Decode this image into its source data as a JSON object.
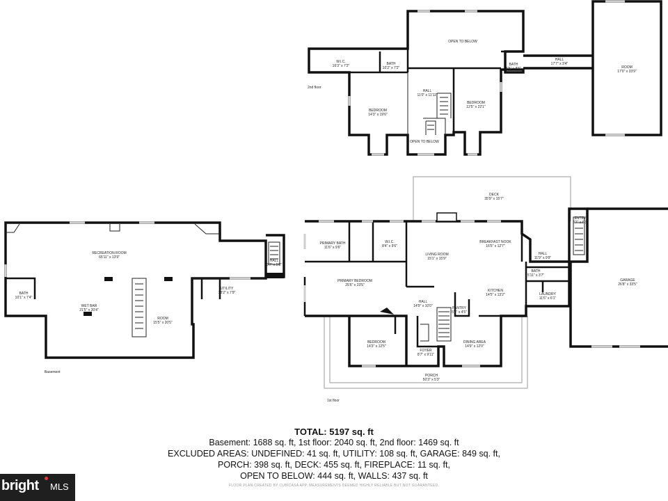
{
  "floors": {
    "basement": "Basement",
    "first": "1st floor",
    "second": "2nd floor"
  },
  "rooms": {
    "basement": [
      {
        "name": "RECREATION ROOM",
        "dims": "65'11\" x 13'9\""
      },
      {
        "name": "BATH",
        "dims": "10'1\" x 7'4\""
      },
      {
        "name": "WET BAR",
        "dims": "21'5\" x 20'4\""
      },
      {
        "name": "ROOM",
        "dims": "15'5\" x 20'5\""
      },
      {
        "name": "UTILITY",
        "dims": "18'2\" x 7'9\""
      },
      {
        "name": "HALL",
        "dims": "3'7\" x 5'8\""
      }
    ],
    "first": [
      {
        "name": "DECK",
        "dims": "35'9\" x 15'7\""
      },
      {
        "name": "PRIMARY BATH",
        "dims": "11'6\" x 9'6\""
      },
      {
        "name": "W.I.C.",
        "dims": "8'4\" x 9'6\""
      },
      {
        "name": "LIVING ROOM",
        "dims": "15'1\" x 15'9\""
      },
      {
        "name": "BREAKFAST NOOK",
        "dims": "16'5\" x 12'7\""
      },
      {
        "name": "ENTRY",
        "dims": "3'7\" x 6'3\""
      },
      {
        "name": "HALL",
        "dims": "11'9\" x 9'9\""
      },
      {
        "name": "BATH",
        "dims": "5'11\" x 3'7\""
      },
      {
        "name": "LAUNDRY",
        "dims": "11'6\" x 6'1\""
      },
      {
        "name": "GARAGE",
        "dims": "26'8\" x 33'5\""
      },
      {
        "name": "PRIMARY BEDROOM",
        "dims": "25'6\" x 23'5\""
      },
      {
        "name": "HALL",
        "dims": "14'9\" x 10'0\""
      },
      {
        "name": "PANTRY",
        "dims": "5'6\" x 4'5\""
      },
      {
        "name": "KITCHEN",
        "dims": "14'5\" x 13'2\""
      },
      {
        "name": "BEDROOM",
        "dims": "14'3\" x 12'5\""
      },
      {
        "name": "FOYER",
        "dims": "8'7\" x 9'11\""
      },
      {
        "name": "DINING AREA",
        "dims": "14'9\" x 12'0\""
      },
      {
        "name": "PORCH",
        "dims": "50'3\" x 5'3\""
      }
    ],
    "second": [
      {
        "name": "OPEN TO BELOW",
        "dims": ""
      },
      {
        "name": "W.I.C.",
        "dims": "16'3\" x 7'2\""
      },
      {
        "name": "BATH",
        "dims": "10'2\" x 7'2\""
      },
      {
        "name": "BATH",
        "dims": "5'5\" x 8'5\""
      },
      {
        "name": "HALL",
        "dims": "17'7\" x 3'4\""
      },
      {
        "name": "ROOM",
        "dims": "17'0\" x 33'9\""
      },
      {
        "name": "HALL",
        "dims": "11'0\" x 11'11\""
      },
      {
        "name": "BEDROOM",
        "dims": "14'3\" x 19'6\""
      },
      {
        "name": "BEDROOM",
        "dims": "12'5\" x 22'1\""
      },
      {
        "name": "OPEN TO BELOW",
        "dims": ""
      }
    ]
  },
  "summary": {
    "total": "TOTAL: 5197 sq. ft",
    "lines": [
      "Basement: 1688 sq. ft, 1st floor: 2040 sq. ft, 2nd floor: 1469 sq. ft",
      "EXCLUDED AREAS: UNDEFINED: 41 sq. ft, UTILITY: 108 sq. ft, GARAGE: 849 sq. ft,",
      "PORCH: 398 sq. ft, DECK: 455 sq. ft, FIREPLACE: 11 sq. ft,",
      "OPEN TO BELOW: 444 sq. ft, WALLS: 437 sq. ft"
    ],
    "credit": "FLOOR PLAN CREATED BY CUBICASA APP. MEASUREMENTS DEEMED HIGHLY RELIABLE BUT NOT GUARANTEED."
  },
  "logo": {
    "brand": "bright",
    "suffix": "MLS"
  }
}
